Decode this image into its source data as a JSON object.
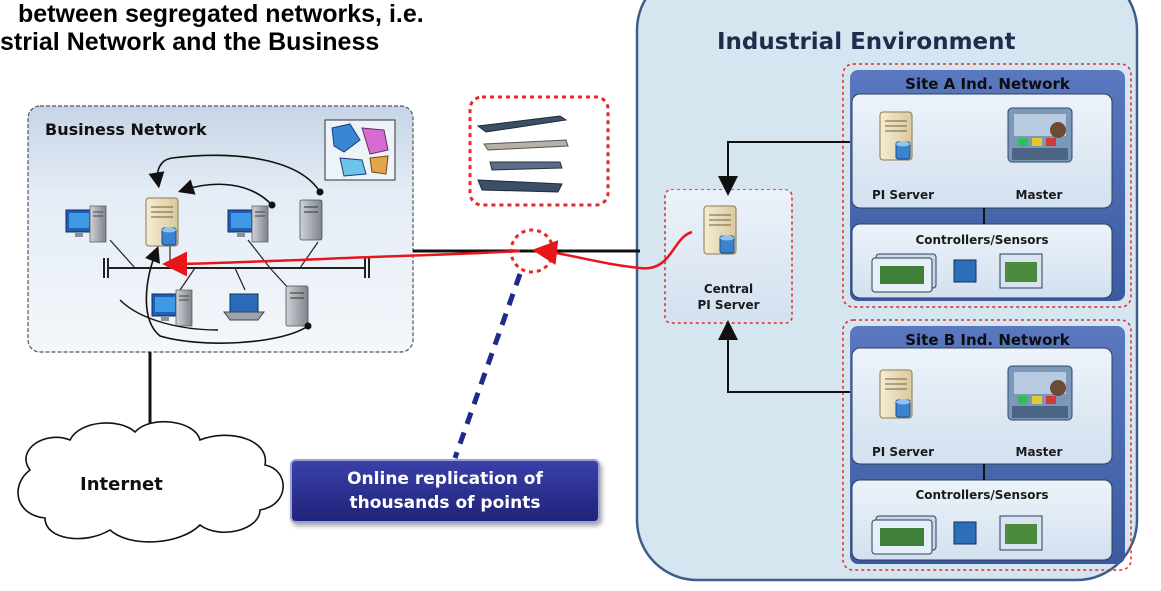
{
  "heading": {
    "line1": "between segregated networks, i.e.",
    "line2": "strial Network and the Business"
  },
  "business_network": {
    "title": "Business Network"
  },
  "internet": {
    "label": "Internet"
  },
  "callout": {
    "line1": "Online replication of",
    "line2": "thousands of points"
  },
  "industrial": {
    "title": "Industrial Environment",
    "central_server": {
      "line1": "Central",
      "line2": "PI Server"
    },
    "site_a": {
      "title": "Site A Ind. Network",
      "pi_server": "PI Server",
      "master": "Master",
      "controllers": "Controllers/Sensors"
    },
    "site_b": {
      "title": "Site B Ind. Network",
      "pi_server": "PI Server",
      "master": "Master",
      "controllers": "Controllers/Sensors"
    }
  },
  "colors": {
    "industrial_bg": "#d6e6f1",
    "site_panel": "#3c5aa0",
    "red_flow": "#e8161b",
    "dashed_link": "#1f2a8a"
  }
}
